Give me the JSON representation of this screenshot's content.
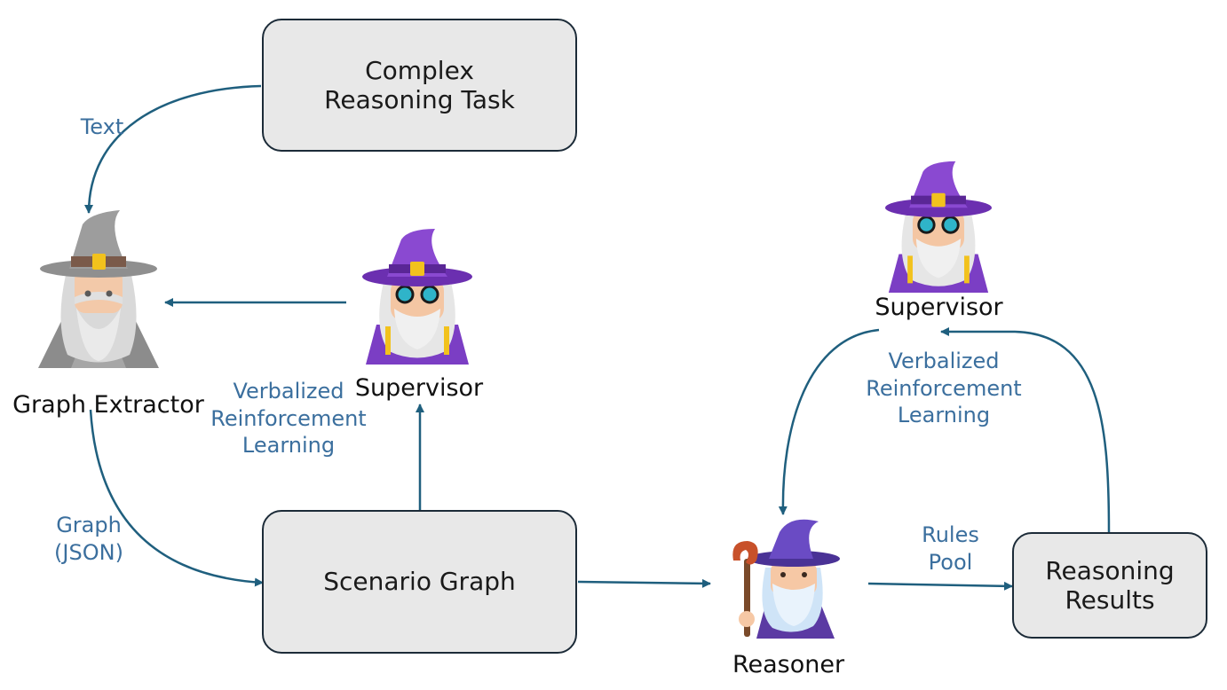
{
  "boxes": {
    "task": "Complex\nReasoning Task",
    "scenario": "Scenario Graph",
    "results": "Reasoning\nResults"
  },
  "labels": {
    "text_edge": "Text",
    "graph_json": "Graph\n(JSON)",
    "vrl_left": "Verbalized\nReinforcement\nLearning",
    "vrl_right": "Verbalized\nReinforcement\nLearning",
    "rules_pool": "Rules\nPool"
  },
  "actors": {
    "graph_extractor": "Graph Extractor",
    "supervisor_left": "Supervisor",
    "supervisor_right": "Supervisor",
    "reasoner": "Reasoner"
  },
  "icons": {
    "graph_extractor": "grey-wizard-icon",
    "supervisor": "purple-wizard-icon",
    "reasoner": "wizard-with-staff-icon"
  },
  "colors": {
    "box_fill": "#e8e8e8",
    "box_border": "#1c2b38",
    "arrow": "#1f5f7e",
    "label_blue": "#3b6f9e",
    "wizard_purple": "#7b3ec4",
    "wizard_grey": "#8c8c8c"
  }
}
